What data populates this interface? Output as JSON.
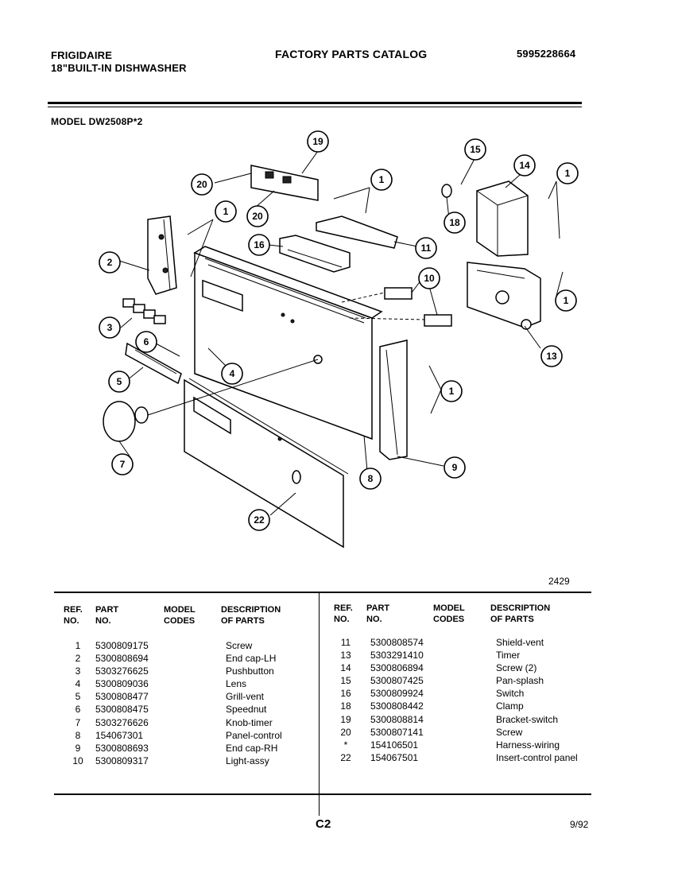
{
  "header": {
    "brand": "FRIGIDAIRE",
    "product": "18\"BUILT-IN DISHWASHER",
    "catalog": "FACTORY PARTS CATALOG",
    "doc_number": "5995228664",
    "model": "MODEL DW2508P*2"
  },
  "diagram": {
    "figure_number": "2429",
    "callouts": [
      "19",
      "20",
      "1",
      "15",
      "14",
      "1",
      "18",
      "2",
      "1",
      "16",
      "20",
      "11",
      "10",
      "1",
      "3",
      "6",
      "4",
      "5",
      "1",
      "13",
      "7",
      "8",
      "9",
      "22"
    ]
  },
  "table": {
    "headers": {
      "ref": "REF.\nNO.",
      "part": "PART\nNO.",
      "model": "MODEL\nCODES",
      "desc": "DESCRIPTION\nOF PARTS"
    },
    "left": [
      {
        "ref": "1",
        "part": "5300809175",
        "desc": "Screw"
      },
      {
        "ref": "2",
        "part": "5300808694",
        "desc": "End cap-LH"
      },
      {
        "ref": "3",
        "part": "5303276625",
        "desc": "Pushbutton"
      },
      {
        "ref": "4",
        "part": "5300809036",
        "desc": "Lens"
      },
      {
        "ref": "5",
        "part": "5300808477",
        "desc": "Grill-vent"
      },
      {
        "ref": "6",
        "part": "5300808475",
        "desc": "Speednut"
      },
      {
        "ref": "7",
        "part": "5303276626",
        "desc": "Knob-timer"
      },
      {
        "ref": "8",
        "part": "154067301",
        "desc": "Panel-control"
      },
      {
        "ref": "9",
        "part": "5300808693",
        "desc": "End cap-RH"
      },
      {
        "ref": "10",
        "part": "5300809317",
        "desc": "Light-assy"
      }
    ],
    "right": [
      {
        "ref": "11",
        "part": "5300808574",
        "desc": "Shield-vent"
      },
      {
        "ref": "13",
        "part": "5303291410",
        "desc": "Timer"
      },
      {
        "ref": "14",
        "part": "5300806894",
        "desc": "Screw (2)"
      },
      {
        "ref": "15",
        "part": "5300807425",
        "desc": "Pan-splash"
      },
      {
        "ref": "16",
        "part": "5300809924",
        "desc": "Switch"
      },
      {
        "ref": "18",
        "part": "5300808442",
        "desc": "Clamp"
      },
      {
        "ref": "19",
        "part": "5300808814",
        "desc": "Bracket-switch"
      },
      {
        "ref": "20",
        "part": "5300807141",
        "desc": "Screw"
      },
      {
        "ref": "*",
        "part": "154106501",
        "desc": "Harness-wiring"
      },
      {
        "ref": "22",
        "part": "154067501",
        "desc": "Insert-control panel"
      }
    ]
  },
  "footer": {
    "page": "C2",
    "date": "9/92"
  }
}
